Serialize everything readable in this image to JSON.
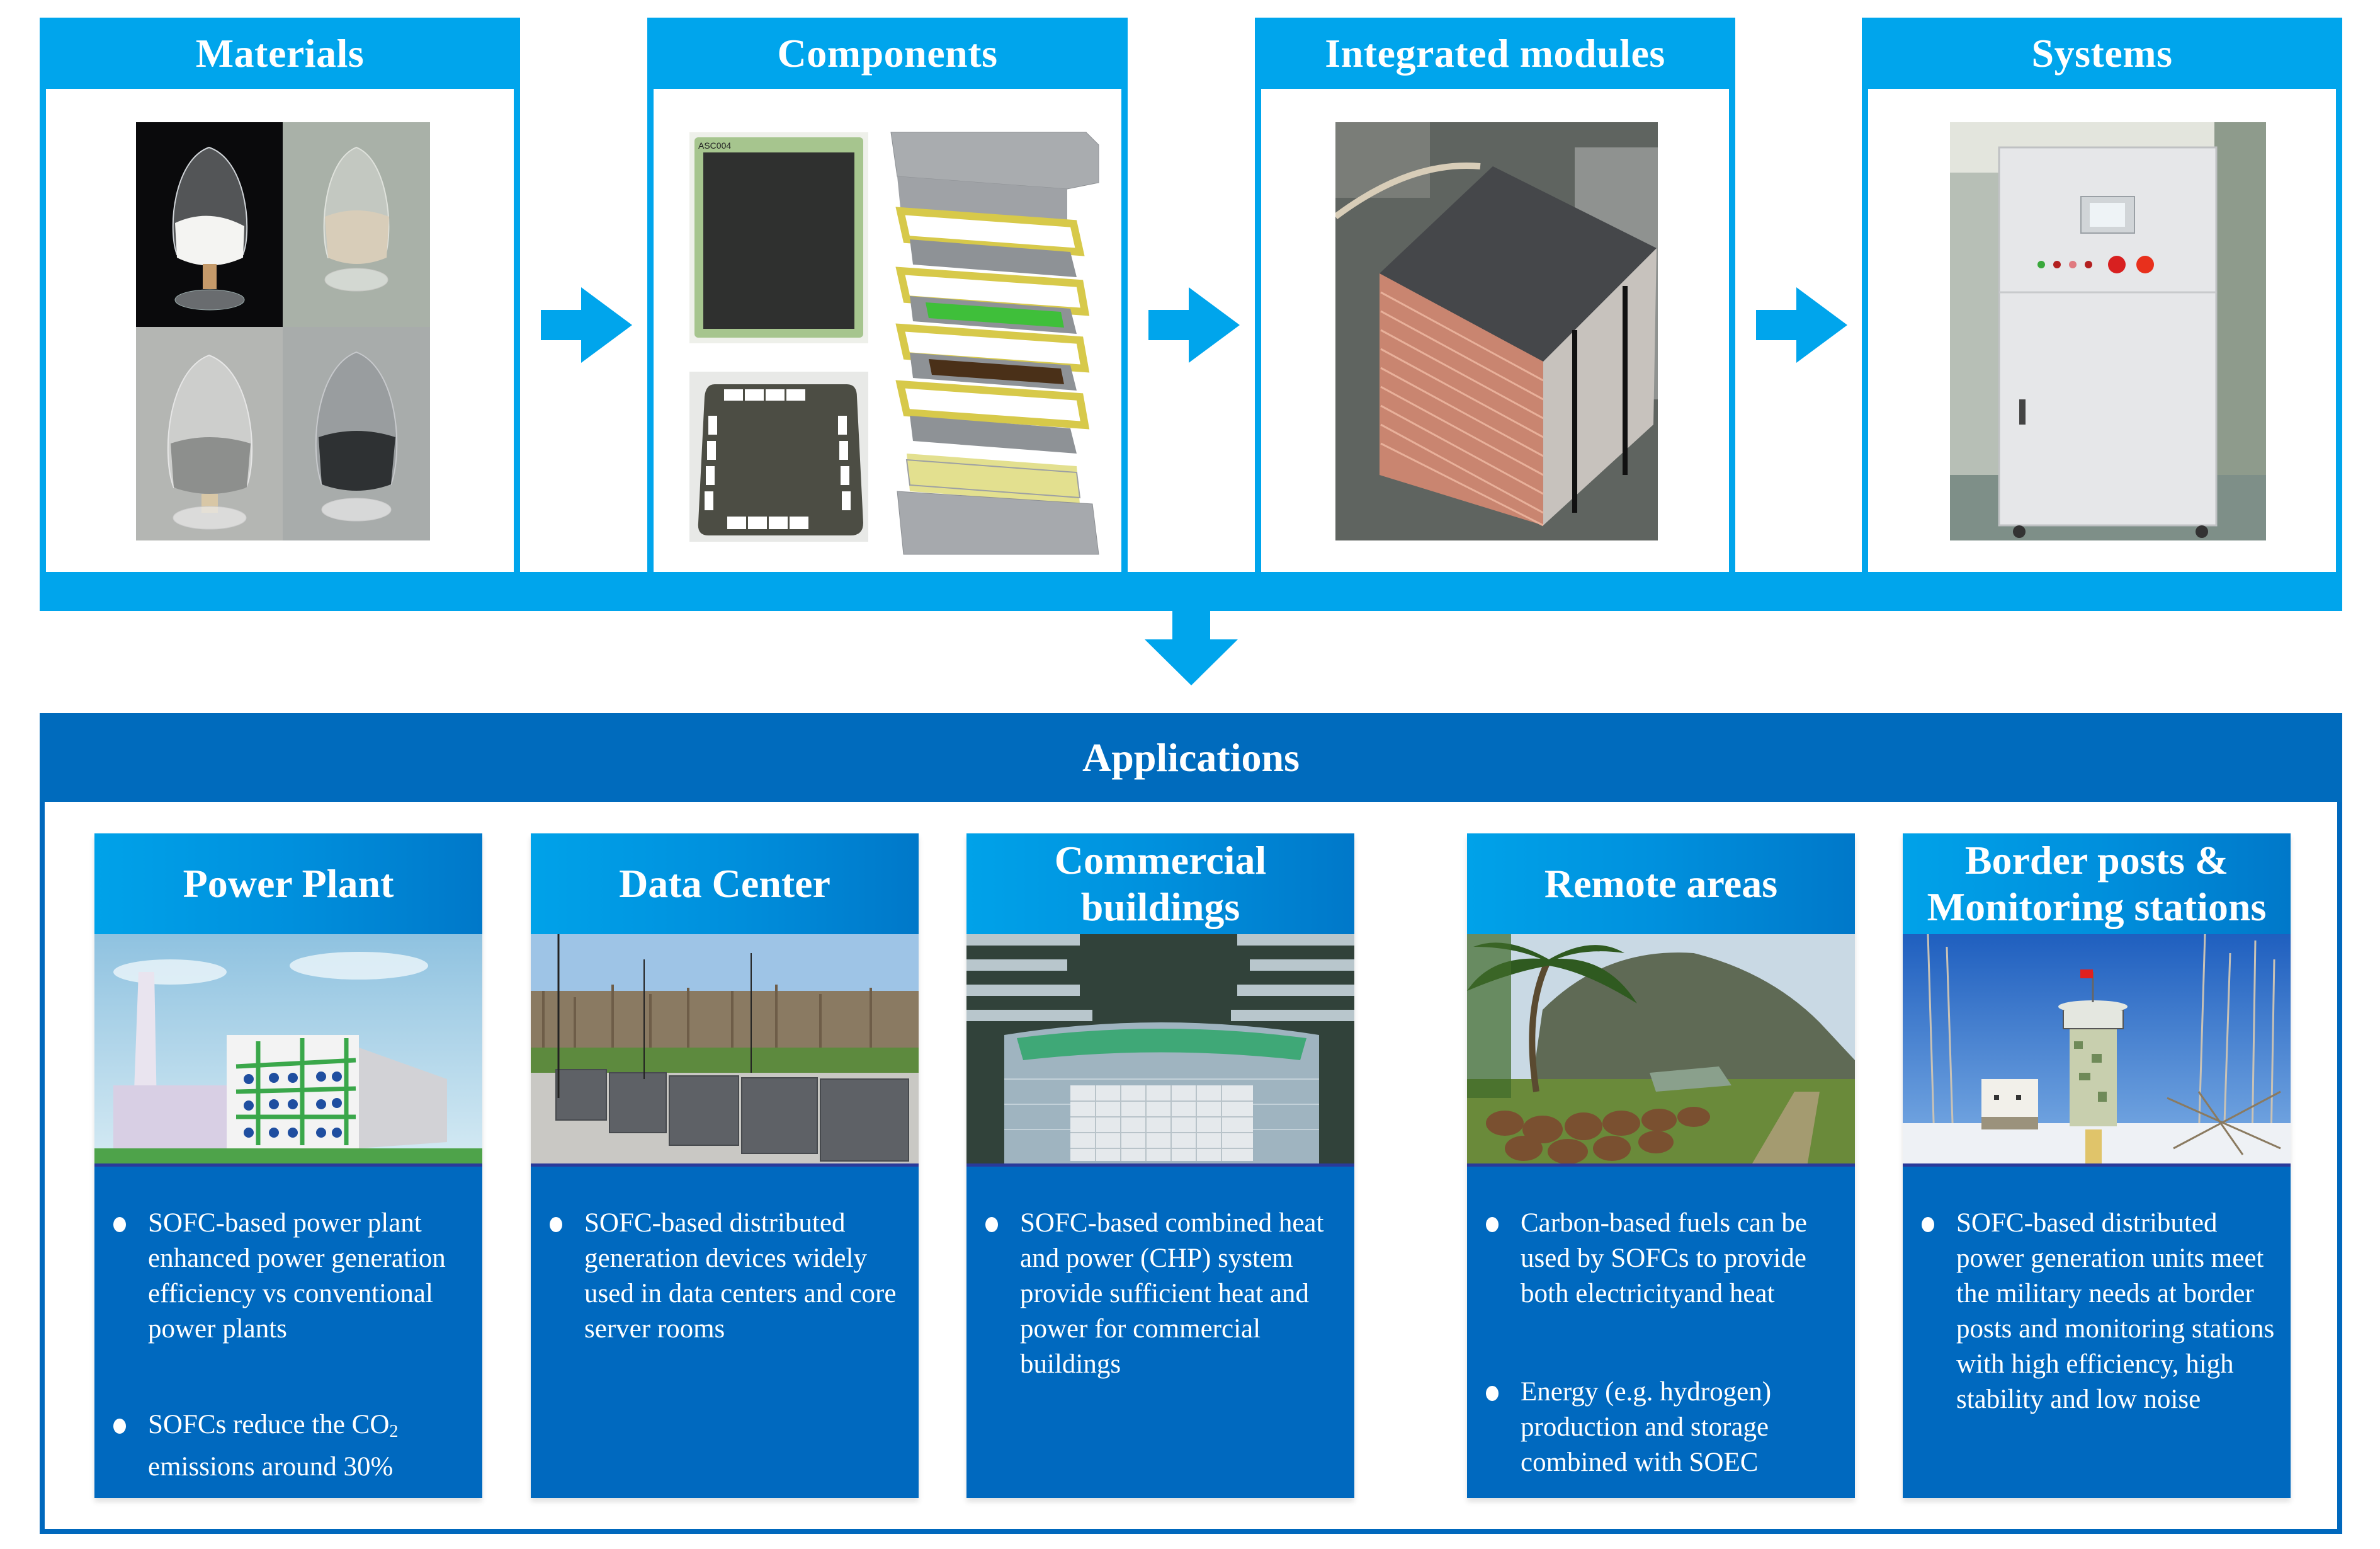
{
  "pipeline": {
    "stages": [
      {
        "title": "Materials",
        "image": "powder-samples-in-glass-bottles"
      },
      {
        "title": "Components",
        "image": "cell-plates-and-exploded-stack-diagram"
      },
      {
        "title": "Integrated modules",
        "image": "sofc-stack-module-photo"
      },
      {
        "title": "Systems",
        "image": "sofc-system-cabinet-photo"
      }
    ],
    "flow_arrow": "arrow-right-icon",
    "down_arrow": "arrow-down-icon"
  },
  "components_image": {
    "plate_label": "ASC004"
  },
  "applications": {
    "title": "Applications",
    "cards": [
      {
        "title_lines": [
          "Power Plant"
        ],
        "image": "sofc-power-plant-rendering",
        "bullets": [
          {
            "text": "SOFC-based power plant enhanced power generation efficiency vs conventional power plants"
          },
          {
            "pre": "SOFCs reduce the CO",
            "sub": "2",
            "post": " emissions around 30%"
          }
        ]
      },
      {
        "title_lines": [
          "Data Center"
        ],
        "image": "fuel-cell-server-array-outdoors",
        "bullets": [
          {
            "text": "SOFC-based distributed generation devices widely used in data centers and core server rooms"
          }
        ]
      },
      {
        "title_lines": [
          "Commercial",
          "buildings"
        ],
        "image": "commercial-building-rooftop",
        "bullets": [
          {
            "text": "SOFC-based combined heat and power (CHP) system provide sufficient heat and power for commercial buildings"
          }
        ]
      },
      {
        "title_lines": [
          "Remote areas"
        ],
        "image": "remote-mountain-village",
        "bullets": [
          {
            "text": "Carbon-based fuels can be used by SOFCs to provide both electricityand heat"
          },
          {
            "text": "Energy (e.g. hydrogen) production and  storage combined with SOEC"
          }
        ]
      },
      {
        "title_lines": [
          "Border posts &",
          "Monitoring stations"
        ],
        "image": "border-watchtower-in-snow",
        "bullets": [
          {
            "text": "SOFC-based distributed power generation units meet the military needs at border posts and monitoring stations with high efficiency, high stability and low noise"
          }
        ]
      }
    ]
  },
  "colors": {
    "pipeline_blue": "#00a5ec",
    "applications_blue": "#0069bf",
    "card_header_blue": "#0090dd",
    "text_white": "#ffffff"
  }
}
